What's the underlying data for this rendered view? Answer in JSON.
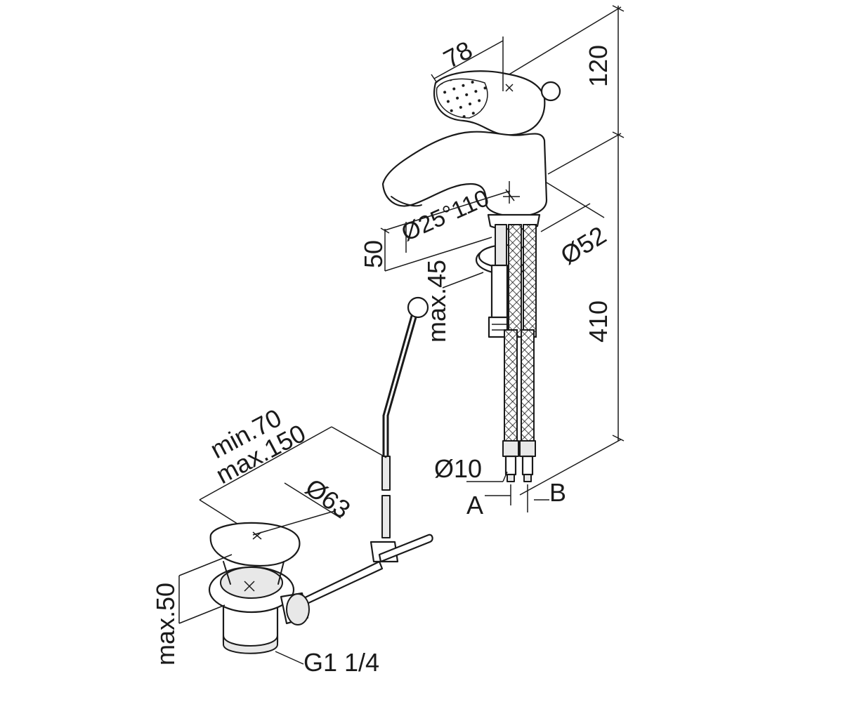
{
  "dimensions": {
    "handle_width": "78",
    "height_total": "120",
    "spout_reach": "Ø25°110",
    "base_height": "50",
    "base_diameter": "Ø52",
    "deck_thickness": "max.45",
    "hose_length": "410",
    "pipe_diameter": "Ø10",
    "connection_a": "A",
    "connection_b": "B",
    "rod_min": "min.70",
    "rod_max": "max.150",
    "plug_diameter": "Ø63",
    "drain_height": "max.50",
    "drain_thread": "G1 1/4"
  },
  "colors": {
    "line": "#1a1a1a",
    "background": "#ffffff"
  }
}
